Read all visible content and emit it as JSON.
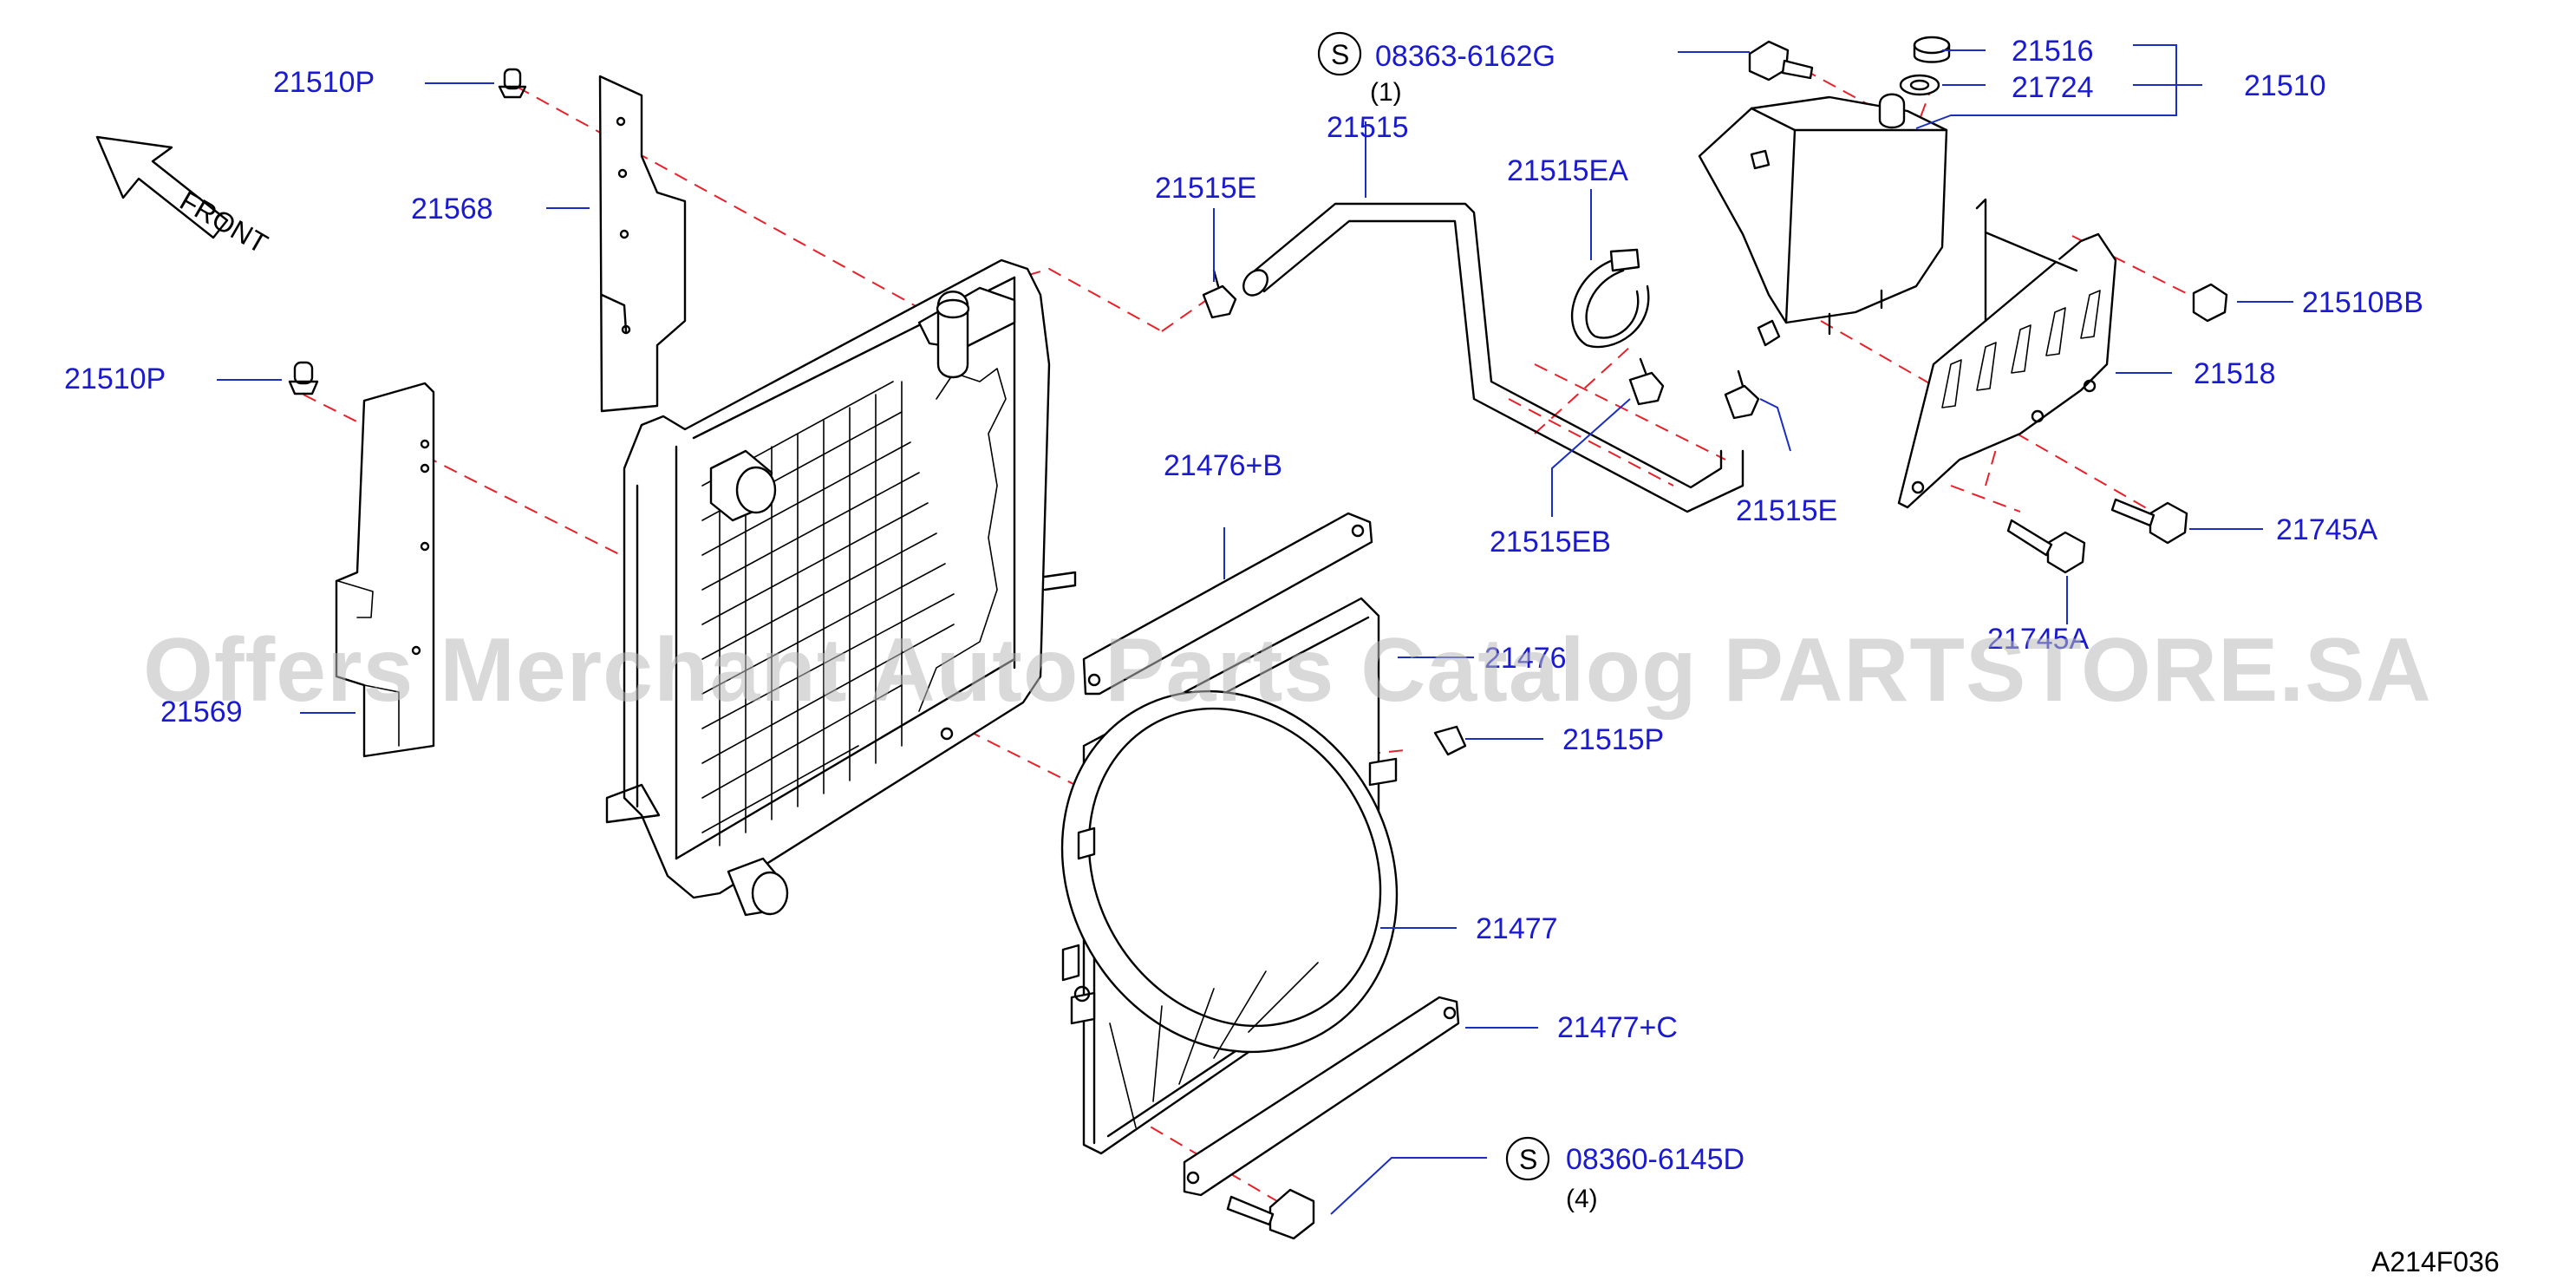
{
  "diagram": {
    "front_label": "FRONT",
    "diagram_code": "A214F036",
    "watermark": "Offers Merchant Auto Parts Catalog PARTSTORE.SA",
    "screw_symbol": "S",
    "parts": {
      "p21510P_top": "21510P",
      "p21510P_mid": "21510P",
      "p21568": "21568",
      "p21569": "21569",
      "p08363": "08363-6162G",
      "p08363_qty": "(1)",
      "p21515": "21515",
      "p21515E_top": "21515E",
      "p21515EA": "21515EA",
      "p21515EB": "21515EB",
      "p21515E_bot": "21515E",
      "p21516": "21516",
      "p21724": "21724",
      "p21510": "21510",
      "p21510BB": "21510BB",
      "p21518": "21518",
      "p21745A_right": "21745A",
      "p21745A_bot": "21745A",
      "p21476B": "21476+B",
      "p21476": "21476",
      "p21515P": "21515P",
      "p21477": "21477",
      "p21477C": "21477+C",
      "p08360": "08360-6145D",
      "p08360_qty": "(4)"
    }
  }
}
